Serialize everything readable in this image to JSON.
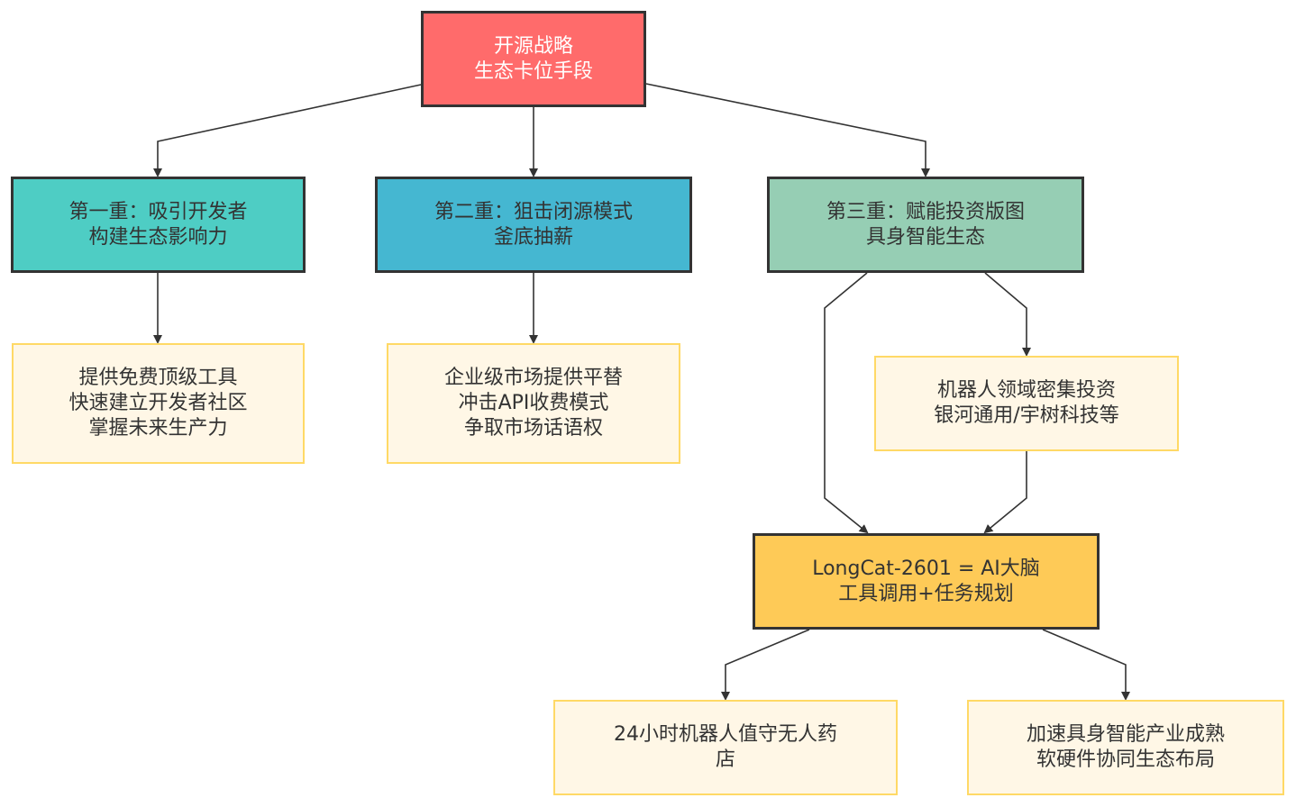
{
  "root": {
    "lines": [
      "开源战略",
      "生态卡位手段"
    ],
    "color": "#ff6b6b"
  },
  "layer1": [
    {
      "lines": [
        "第一重：吸引开发者",
        "构建生态影响力"
      ],
      "color": "#4ecdc4"
    },
    {
      "lines": [
        "第二重：狙击闭源模式",
        "釜底抽薪"
      ],
      "color": "#45b7d1"
    },
    {
      "lines": [
        "第三重：赋能投资版图",
        "具身智能生态"
      ],
      "color": "#96ceb4"
    }
  ],
  "details": [
    {
      "lines": [
        "提供免费顶级工具",
        "快速建立开发者社区",
        "掌握未来生产力"
      ]
    },
    {
      "lines": [
        "企业级市场提供平替",
        "冲击API收费模式",
        "争取市场话语权"
      ]
    },
    {
      "lines": [
        "机器人领域密集投资",
        "银河通用/宇树科技等"
      ]
    }
  ],
  "longcat": {
    "lines": [
      "LongCat-2601 = AI大脑",
      "工具调用+任务规划"
    ],
    "color": "#feca57"
  },
  "outcomes": [
    {
      "lines": [
        "24小时机器人值守无人药",
        "店"
      ]
    },
    {
      "lines": [
        "加速具身智能产业成熟",
        "软硬件协同生态布局"
      ]
    }
  ]
}
